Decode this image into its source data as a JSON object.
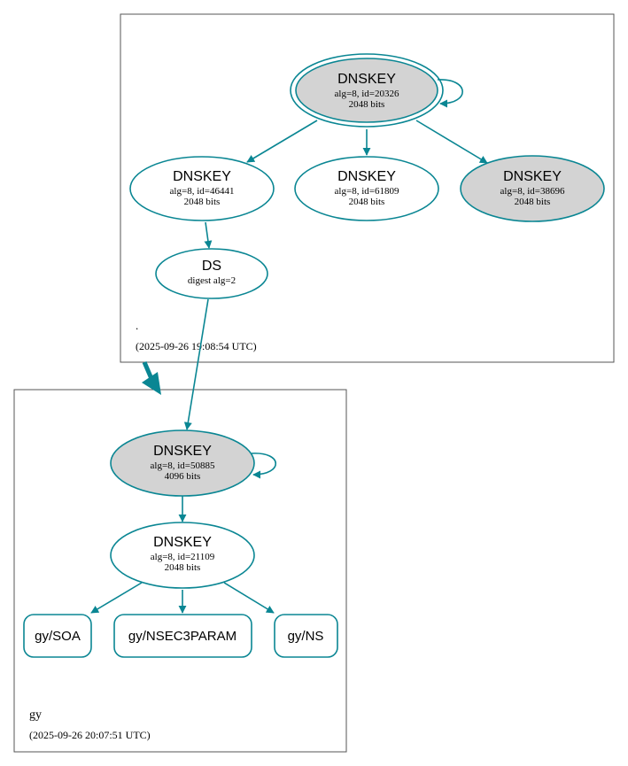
{
  "colors": {
    "edge": "#0a8693",
    "node_fill_gray": "#d3d3d3",
    "node_fill_white": "#ffffff",
    "zone_border": "#555555",
    "text": "#000000"
  },
  "zones": {
    "root": {
      "name": ".",
      "timestamp": "(2025-09-26 19:08:54 UTC)"
    },
    "gy": {
      "name": "gy",
      "timestamp": "(2025-09-26 20:07:51 UTC)"
    }
  },
  "nodes": {
    "root_ksk": {
      "title": "DNSKEY",
      "line1": "alg=8, id=20326",
      "line2": "2048 bits"
    },
    "root_zsk1": {
      "title": "DNSKEY",
      "line1": "alg=8, id=46441",
      "line2": "2048 bits"
    },
    "root_zsk2": {
      "title": "DNSKEY",
      "line1": "alg=8, id=61809",
      "line2": "2048 bits"
    },
    "root_zsk3": {
      "title": "DNSKEY",
      "line1": "alg=8, id=38696",
      "line2": "2048 bits"
    },
    "ds": {
      "title": "DS",
      "line1": "digest alg=2"
    },
    "gy_ksk": {
      "title": "DNSKEY",
      "line1": "alg=8, id=50885",
      "line2": "4096 bits"
    },
    "gy_zsk": {
      "title": "DNSKEY",
      "line1": "alg=8, id=21109",
      "line2": "2048 bits"
    }
  },
  "rrsets": {
    "soa": "gy/SOA",
    "nsec3param": "gy/NSEC3PARAM",
    "ns": "gy/NS"
  }
}
